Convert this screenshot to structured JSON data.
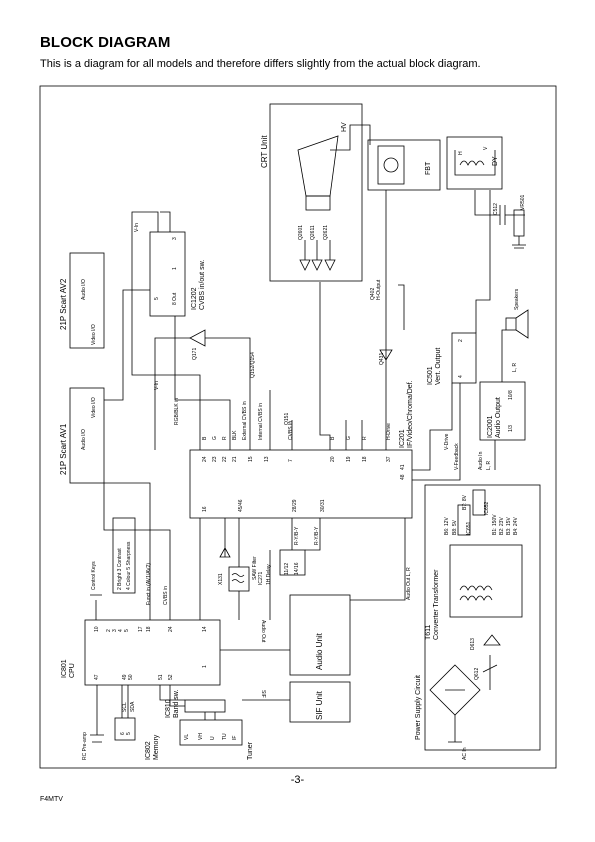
{
  "header": {
    "title": "BLOCK DIAGRAM",
    "subtitle": "This is a diagram for all models and therefore differs slightly from the actual block diagram."
  },
  "crt": {
    "unit": "CRT Unit",
    "hv": "HV",
    "q2601": "Q2601",
    "q2611": "Q2611",
    "q2621": "Q2621"
  },
  "fbt": {
    "label": "FBT"
  },
  "dy": {
    "label": "DY",
    "h": "H",
    "v": "V",
    "c512": "C512",
    "vr501": "VR501"
  },
  "scart_av2": {
    "label": "21P Scart  AV2",
    "audio_io": "Audio I/O",
    "video_io": "Video I/O"
  },
  "scart_av1": {
    "label": "21P Scart  AV1",
    "audio_io": "Audio I/O",
    "video_io": "Video I/O"
  },
  "ic1202": {
    "name": "IC1202",
    "desc": "CVBS in/out sw.",
    "pin_out": "8 Out",
    "pin_1": "1",
    "pin_3": "3",
    "pin_5": "5"
  },
  "ic201": {
    "name": "IC201",
    "desc": "IF/Video/Chroma/Def.",
    "top_pins": [
      "24",
      "23",
      "22",
      "21",
      "15",
      "13",
      "7",
      "20",
      "19",
      "18",
      "37"
    ],
    "top_labels": [
      "B",
      "G",
      "R",
      "BLK",
      "External CVBS in",
      "Internal CVBS in",
      "CVBS In",
      "B",
      "G",
      "R",
      "H-Drive"
    ],
    "side_pins": [
      "41",
      "48"
    ],
    "bottom_pins": [
      "16",
      "45/46",
      "28/29",
      "30/31"
    ],
    "v_drive": "V-Drive",
    "v_feedback": "V-Feedback"
  },
  "misc": {
    "v_in": "V-In",
    "v_in_2": "V-In",
    "rgb_blk_in": "RGB/BLK in",
    "cvbs_in": "CVBS in",
    "funct_in": "Funct in (AV1/AV2)",
    "control_keys": "Control Keys",
    "rc_pre_amp": "RC Pre-amp",
    "q171": "Q171",
    "q152": "Q152/Q154",
    "q151": "Q151",
    "q431": "Q431",
    "q402": "Q402",
    "h_output": "H-Output",
    "sif": "SIF",
    "audio_in": "Audio In",
    "audio_out": "Audio Out L, R",
    "speakers": "Speakers",
    "l_r": "L, R",
    "l_r_2": "L, R",
    "ac_in": "AC In",
    "d613": "D613",
    "q612": "Q612"
  },
  "ic501": {
    "name": "IC501",
    "desc": "Vert. Output",
    "pin_4": "4",
    "pin_2": "2"
  },
  "ic2001": {
    "name": "IC2001",
    "desc": "Audio Output",
    "pins_a": "1/3",
    "pins_b": "10/8"
  },
  "ic801": {
    "name": "IC801",
    "desc": "CPU",
    "pins": [
      "10",
      "2",
      "3",
      "4",
      "5",
      "17",
      "18",
      "24",
      "14",
      "47",
      "49",
      "50",
      "51",
      "52",
      "1"
    ],
    "pin_labels": [
      "SCL",
      "SDA"
    ]
  },
  "osd_box": {
    "line1": "2 Bright  3 Contrast",
    "line2": "4 Colour  5 Sharpness"
  },
  "ic802": {
    "name": "IC802",
    "desc": "Memory",
    "pins": [
      "6",
      "5"
    ]
  },
  "ic810": {
    "name": "IC810",
    "desc": "Band sw."
  },
  "tuner": {
    "label": "Tuner",
    "pins": [
      "VL",
      "VH",
      "U",
      "TU",
      "IF"
    ]
  },
  "saw": {
    "name": "X131",
    "desc": "SAW Filter"
  },
  "ic271": {
    "name": "IC271",
    "desc": "1H Delay",
    "pins": [
      "11/12",
      "14/16"
    ],
    "r_yb_y_top": "R-Y/B-Y",
    "r_yb_y_bottom": "R-Y/B-Y"
  },
  "audio_unit": {
    "label": "Audio Unit",
    "audio_out": "Audio Out"
  },
  "sif_unit": {
    "label": "SIF Unit"
  },
  "power": {
    "circuit": "Power Supply Circuit",
    "t611": "T611",
    "transformer": "Converter Transformer",
    "ic651": "IC651",
    "ic652": "IC652",
    "b6": "B6: 12V",
    "b8": "B8: 5V",
    "b7": "B7: 8V",
    "b1": "B1: 150V",
    "b2": "B2: 23V",
    "b3": "B3: 15V",
    "b4": "B4: 24V"
  },
  "footer": {
    "page_number": "-3-",
    "model": "F4MTV"
  }
}
